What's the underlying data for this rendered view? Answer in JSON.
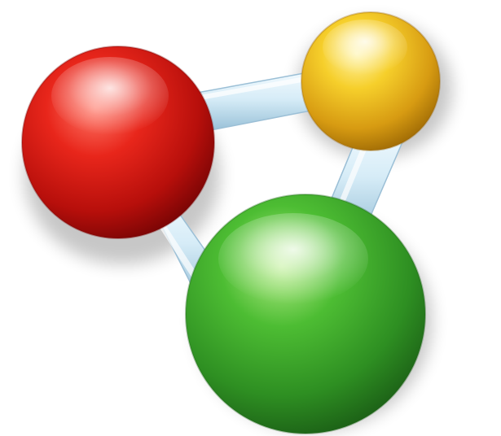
{
  "logo": {
    "name": "molecule-logo",
    "atoms": [
      {
        "id": "red",
        "color": "#d81e16"
      },
      {
        "id": "yellow",
        "color": "#f2c21d"
      },
      {
        "id": "green",
        "color": "#3ca72b"
      }
    ],
    "bonds": [
      {
        "from": "red",
        "to": "yellow",
        "color": "#bfe0f2"
      },
      {
        "from": "red",
        "to": "green",
        "color": "#bfe0f2"
      },
      {
        "from": "yellow",
        "to": "green",
        "color": "#bfe0f2"
      }
    ],
    "background": "#ffffff"
  }
}
